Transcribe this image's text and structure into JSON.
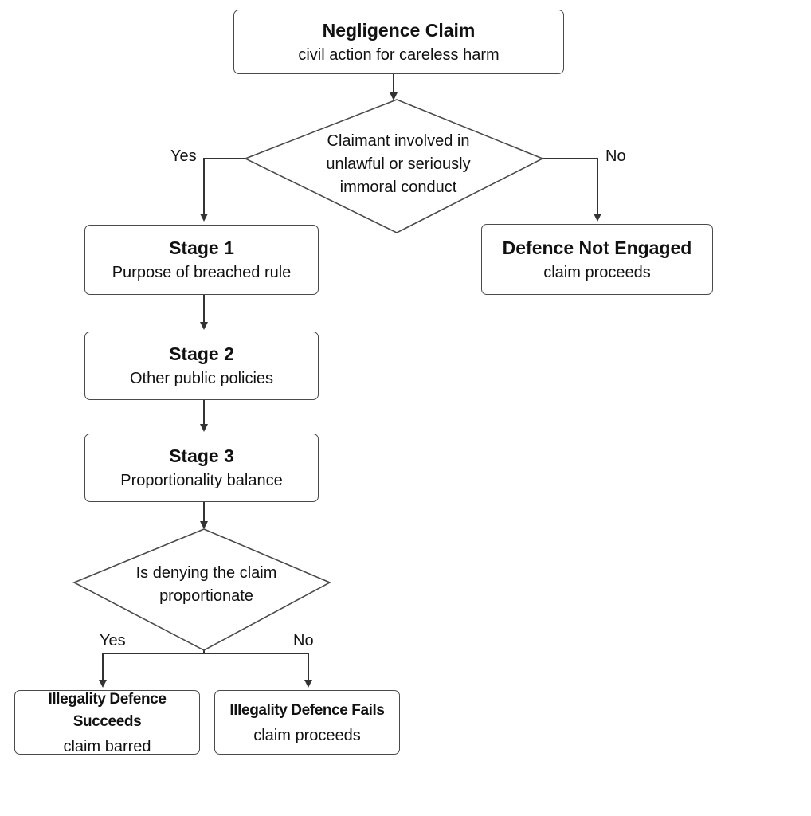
{
  "nodes": {
    "negligence": {
      "title": "Negligence Claim",
      "sub": "civil action for careless harm"
    },
    "decision1": {
      "lines": [
        "Claimant involved in",
        "unlawful or seriously",
        "immoral conduct"
      ]
    },
    "stage1": {
      "title": "Stage 1",
      "sub": "Purpose of breached rule"
    },
    "stage2": {
      "title": "Stage 2",
      "sub": "Other public policies"
    },
    "stage3": {
      "title": "Stage 3",
      "sub": "Proportionality balance"
    },
    "not_engaged": {
      "title": "Defence Not Engaged",
      "sub": "claim proceeds"
    },
    "decision2": {
      "lines": [
        "Is denying the claim",
        "proportionate"
      ]
    },
    "succeeds": {
      "title": "Illegality Defence Succeeds",
      "sub": "claim barred"
    },
    "fails": {
      "title": "Illegality Defence Fails",
      "sub": "claim proceeds"
    }
  },
  "labels": {
    "d1_yes": "Yes",
    "d1_no": "No",
    "d2_yes": "Yes",
    "d2_no": "No"
  }
}
